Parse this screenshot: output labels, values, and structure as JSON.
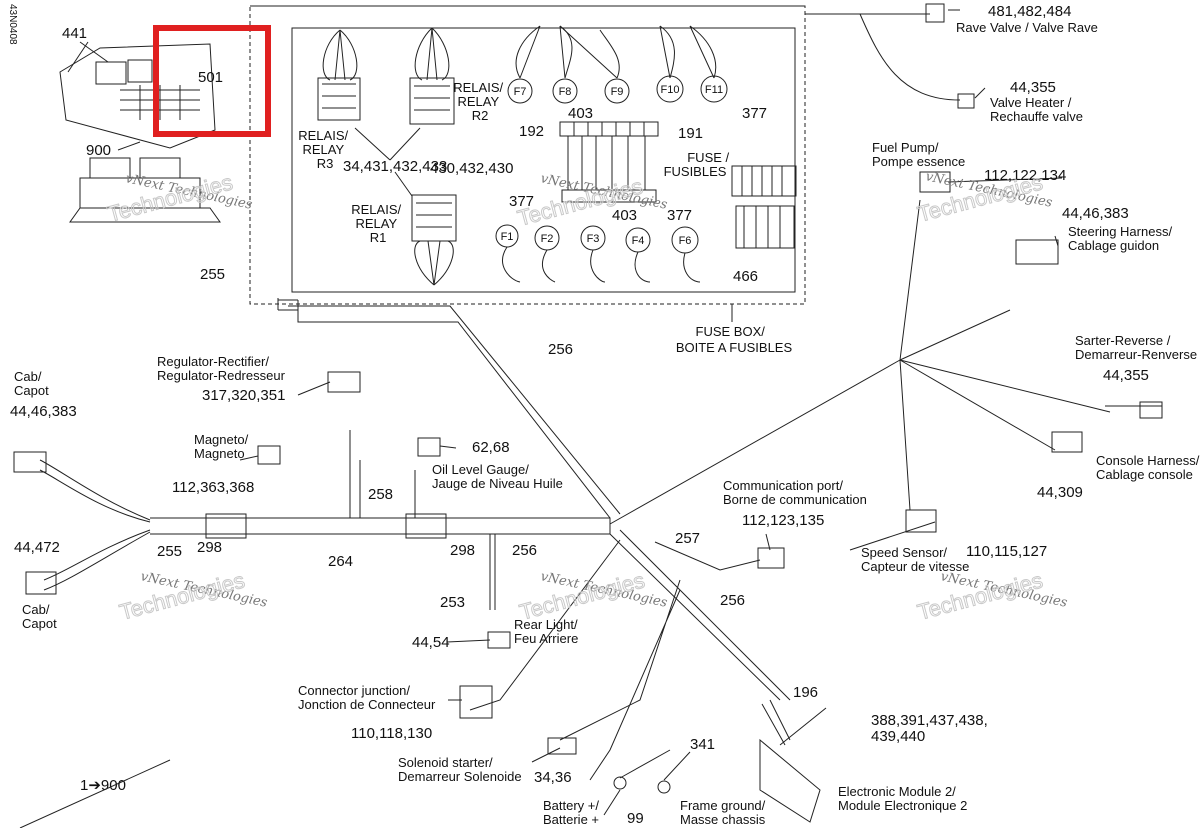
{
  "figure_code": "43N0408",
  "highlight_color": "#e02020",
  "watermark": {
    "line1": "vNext Technologies",
    "line2": "Technologies"
  },
  "callouts": {
    "c441": "441",
    "c501": "501",
    "c900": "900",
    "c255a": "255",
    "c255b": "255",
    "c256a": "256",
    "c256b": "256",
    "c256c": "256",
    "c257": "257",
    "c258": "258",
    "c264": "264",
    "c298a": "298",
    "c298b": "298",
    "c253": "253",
    "c196": "196",
    "c341": "341",
    "c99": "99",
    "c1_900": "1➔900",
    "c192": "192",
    "c403a": "403",
    "c403b": "403",
    "c191": "191",
    "c377a": "377",
    "c377b": "377",
    "c377c": "377",
    "c466": "466",
    "c34431": "34,431,432,433",
    "c430": "430,432,430",
    "c481": "481,482,484",
    "c44355a": "44,355",
    "c112122": "112,122,134",
    "c4446383a": "44,46,383",
    "c44355b": "44,355",
    "c44309": "44,309",
    "c110115": "110,115,127",
    "c112123": "112,123,135",
    "c388": "388,391,437,438,",
    "c439": "439,440",
    "c110118": "110,118,130",
    "c3436": "34,36",
    "c4454": "44,54",
    "c6268": "62,68",
    "c112363": "112,363,368",
    "c317": "317,320,351",
    "c4446383b": "44,46,383",
    "c44472": "44,472"
  },
  "fuses": {
    "f7": "F7",
    "f8": "F8",
    "f9": "F9",
    "f10": "F10",
    "f11": "F11",
    "f1": "F1",
    "f2": "F2",
    "f3": "F3",
    "f4": "F4",
    "f6": "F6"
  },
  "labels": {
    "relay_r3": [
      "RELAIS/",
      "RELAY",
      "R3"
    ],
    "relay_r2": [
      "RELAIS/",
      "RELAY",
      "R2"
    ],
    "relay_r1": [
      "RELAIS/",
      "RELAY",
      "R1"
    ],
    "fuse": [
      "FUSE /",
      "FUSIBLES"
    ],
    "fuse_box": [
      "FUSE BOX/",
      "BOITE A FUSIBLES"
    ],
    "rave_valve": "Rave Valve / Valve Rave",
    "valve_heater": [
      "Valve Heater /",
      "Rechauffe valve"
    ],
    "fuel_pump": [
      "Fuel Pump/",
      "Pompe essence"
    ],
    "steering": [
      "Steering Harness/",
      "Cablage guidon"
    ],
    "starter_reverse": [
      "Sarter-Reverse /",
      "Demarreur-Renverse"
    ],
    "console": [
      "Console Harness/",
      "Cablage console"
    ],
    "speed_sensor": [
      "Speed Sensor/",
      "Capteur de vitesse"
    ],
    "comm_port": [
      "Communication port/",
      "Borne de communication"
    ],
    "ecm": [
      "Electronic Module 2/",
      "Module Electronique 2"
    ],
    "conn_junction": [
      "Connector junction/",
      "Jonction de Connecteur"
    ],
    "solenoid": [
      "Solenoid starter/",
      "Demarreur Solenoide"
    ],
    "battery": [
      "Battery +/",
      "Batterie +"
    ],
    "frame_ground": [
      "Frame ground/",
      "Masse chassis"
    ],
    "rear_light": [
      "Rear Light/",
      "Feu Arriere"
    ],
    "oil_level": [
      "Oil Level Gauge/",
      "Jauge de Niveau Huile"
    ],
    "magneto": [
      "Magneto/",
      "Magneto"
    ],
    "regulator": [
      "Regulator-Rectifier/",
      "Regulator-Redresseur"
    ],
    "cab_top": [
      "Cab/",
      "Capot"
    ],
    "cab_bottom": [
      "Cab/",
      "Capot"
    ]
  }
}
